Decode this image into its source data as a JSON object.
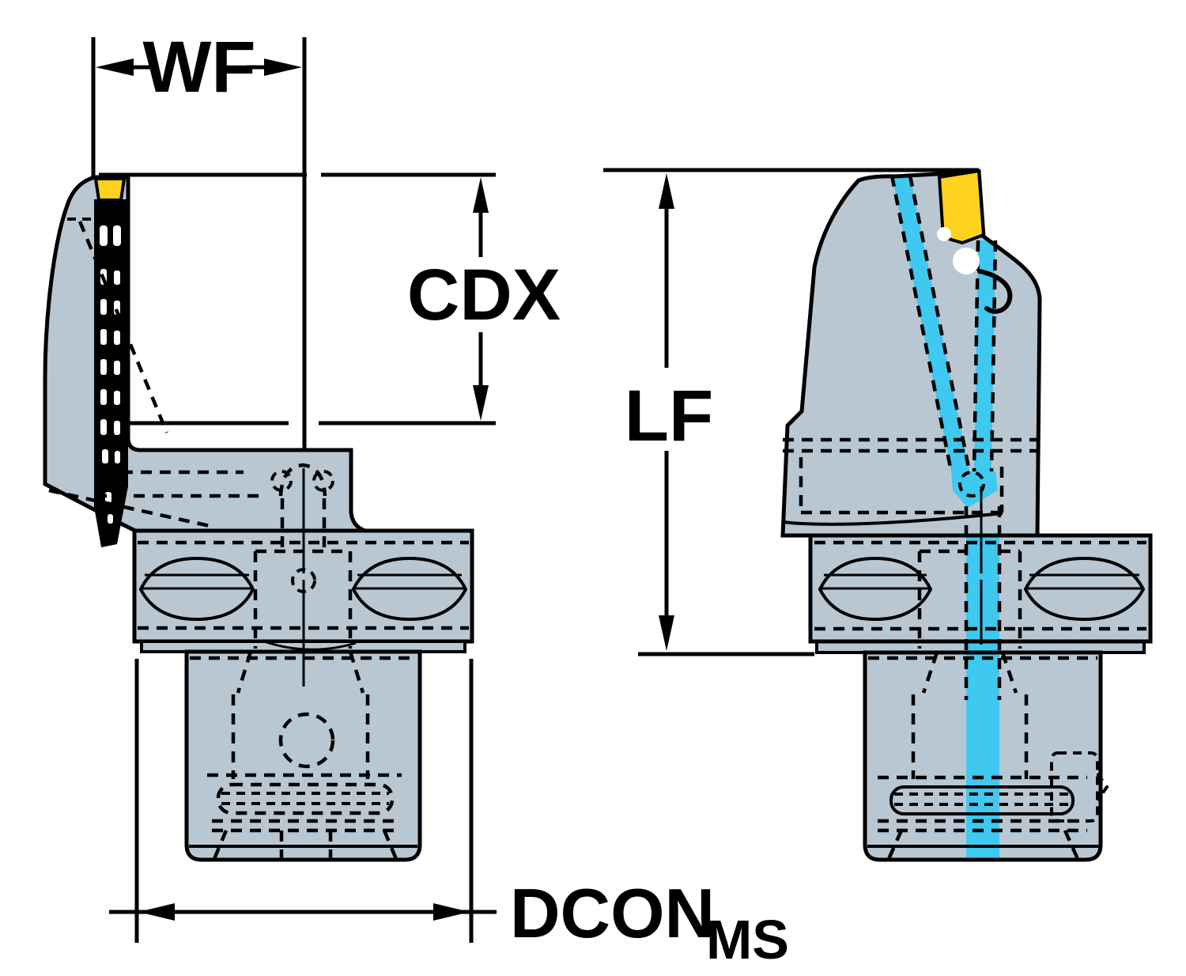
{
  "figure": {
    "title": "tool-holder-technical-drawing",
    "views": {
      "left_view": "side-view-90deg-parting-blade-holder",
      "right_view": "front-view-with-coolant-channels"
    },
    "labels": {
      "wf": "WF",
      "cdx": "CDX",
      "lf": "LF",
      "dcon": "DCON",
      "dcon_sub": "MS"
    },
    "colors": {
      "body": "#b9c7d2",
      "outline": "#000000",
      "insert": "#ffd21e",
      "coolant": "#3fc8f0",
      "white": "#ffffff"
    }
  }
}
